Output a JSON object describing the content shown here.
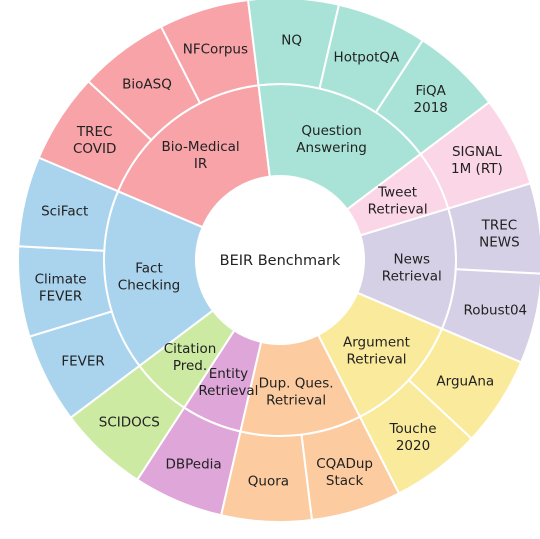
{
  "center": {
    "title": "BEIR Benchmark"
  },
  "categories": [
    {
      "id": "fact",
      "label": "Fact\nChecking",
      "color": "#aad4ee",
      "datasets": [
        "FEVER",
        "Climate\nFEVER",
        "SciFact"
      ]
    },
    {
      "id": "bio",
      "label": "Bio-Medical\nIR",
      "color": "#f7a3a8",
      "datasets": [
        "TREC\nCOVID",
        "BioASQ",
        "NFCorpus"
      ]
    },
    {
      "id": "qa",
      "label": "Question\nAnswering",
      "color": "#a9e3d8",
      "datasets": [
        "NQ",
        "HotpotQA",
        "FiQA\n2018"
      ]
    },
    {
      "id": "tweet",
      "label": "Tweet\nRetrieval",
      "color": "#fbd6e6",
      "datasets": [
        "SIGNAL\n1M (RT)"
      ]
    },
    {
      "id": "news",
      "label": "News\nRetrieval",
      "color": "#d6d0e6",
      "datasets": [
        "TREC\nNEWS",
        "Robust04"
      ]
    },
    {
      "id": "arg",
      "label": "Argument\nRetrieval",
      "color": "#faeb9c",
      "datasets": [
        "ArguAna",
        "Touche\n2020"
      ]
    },
    {
      "id": "dup",
      "label": "Dup. Ques.\nRetrieval",
      "color": "#fcccA0",
      "datasets": [
        "CQADup\nStack",
        "Quora"
      ]
    },
    {
      "id": "entity",
      "label": "Entity\nRetrieval",
      "color": "#dfa7d9",
      "datasets": [
        "DBPedia"
      ]
    },
    {
      "id": "citation",
      "label": "Citation\nPred.",
      "color": "#cdeaa3",
      "datasets": [
        "SCIDOCS"
      ]
    }
  ]
}
